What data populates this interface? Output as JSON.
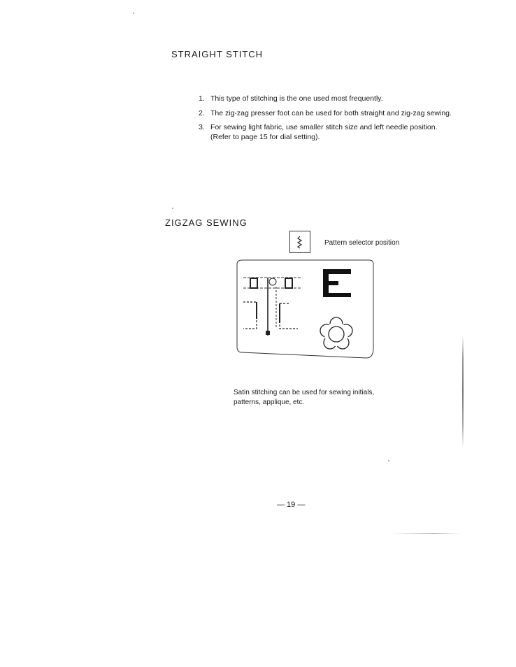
{
  "sections": {
    "straight": {
      "title": "STRAIGHT STITCH",
      "items": [
        {
          "num": "1.",
          "lines": [
            "This type of stitching is the one used most frequently."
          ]
        },
        {
          "num": "2.",
          "lines": [
            "The zig-zag presser foot can be used for both straight and zig-zag sewing."
          ]
        },
        {
          "num": "3.",
          "lines": [
            "For sewing light fabric, use smaller stitch size and left needle position.",
            "(Refer to page 15 for dial setting)."
          ]
        }
      ]
    },
    "zigzag": {
      "title": "ZIGZAG SEWING",
      "selector_label": "Pattern selector position",
      "selector_icon": "zigzag-pattern-icon",
      "caption_lines": [
        "Satin stitching can be used for sewing initials,",
        "patterns, applique, etc."
      ]
    }
  },
  "page_number": "— 19 —"
}
